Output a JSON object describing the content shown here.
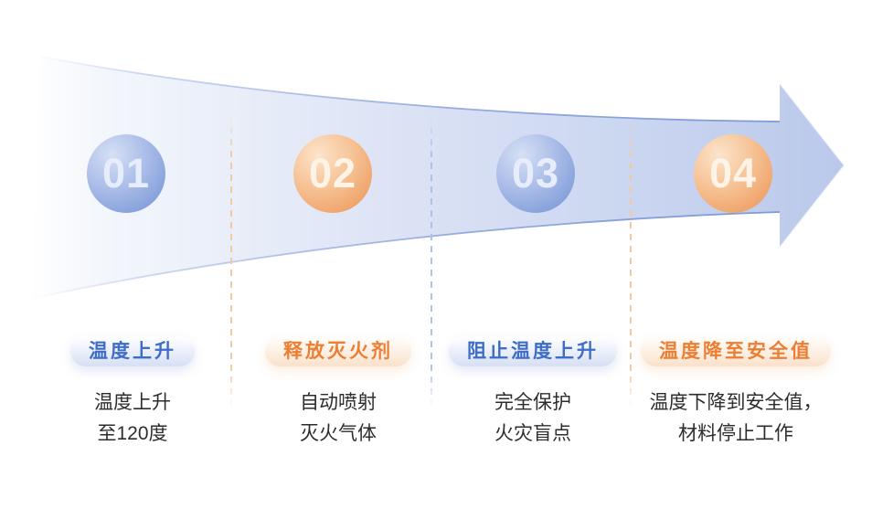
{
  "steps": [
    {
      "number": "01",
      "theme": "blue",
      "badge_label": "温度上升",
      "desc_line1": "温度上升",
      "desc_line2": "至120度"
    },
    {
      "number": "02",
      "theme": "orange",
      "badge_label": "释放灭火剂",
      "desc_line1": "自动喷射",
      "desc_line2": "灭火气体"
    },
    {
      "number": "03",
      "theme": "blue",
      "badge_label": "阻止温度上升",
      "desc_line1": "完全保护",
      "desc_line2": "火灾盲点"
    },
    {
      "number": "04",
      "theme": "orange",
      "badge_label": "温度降至安全值",
      "desc_line1": "温度下降到安全值，",
      "desc_line2": "材料停止工作"
    }
  ],
  "colors": {
    "blue_text": "#3e6dc7",
    "orange_text": "#ec7e33",
    "arrow_fill": "#bac8ea",
    "arrow_edge_stroke": "#7e99d6",
    "divider_orange": "#f3c9a4",
    "divider_blue": "#aec2e7",
    "circle_blue": "#7090d2",
    "circle_orange": "#eb9152"
  }
}
